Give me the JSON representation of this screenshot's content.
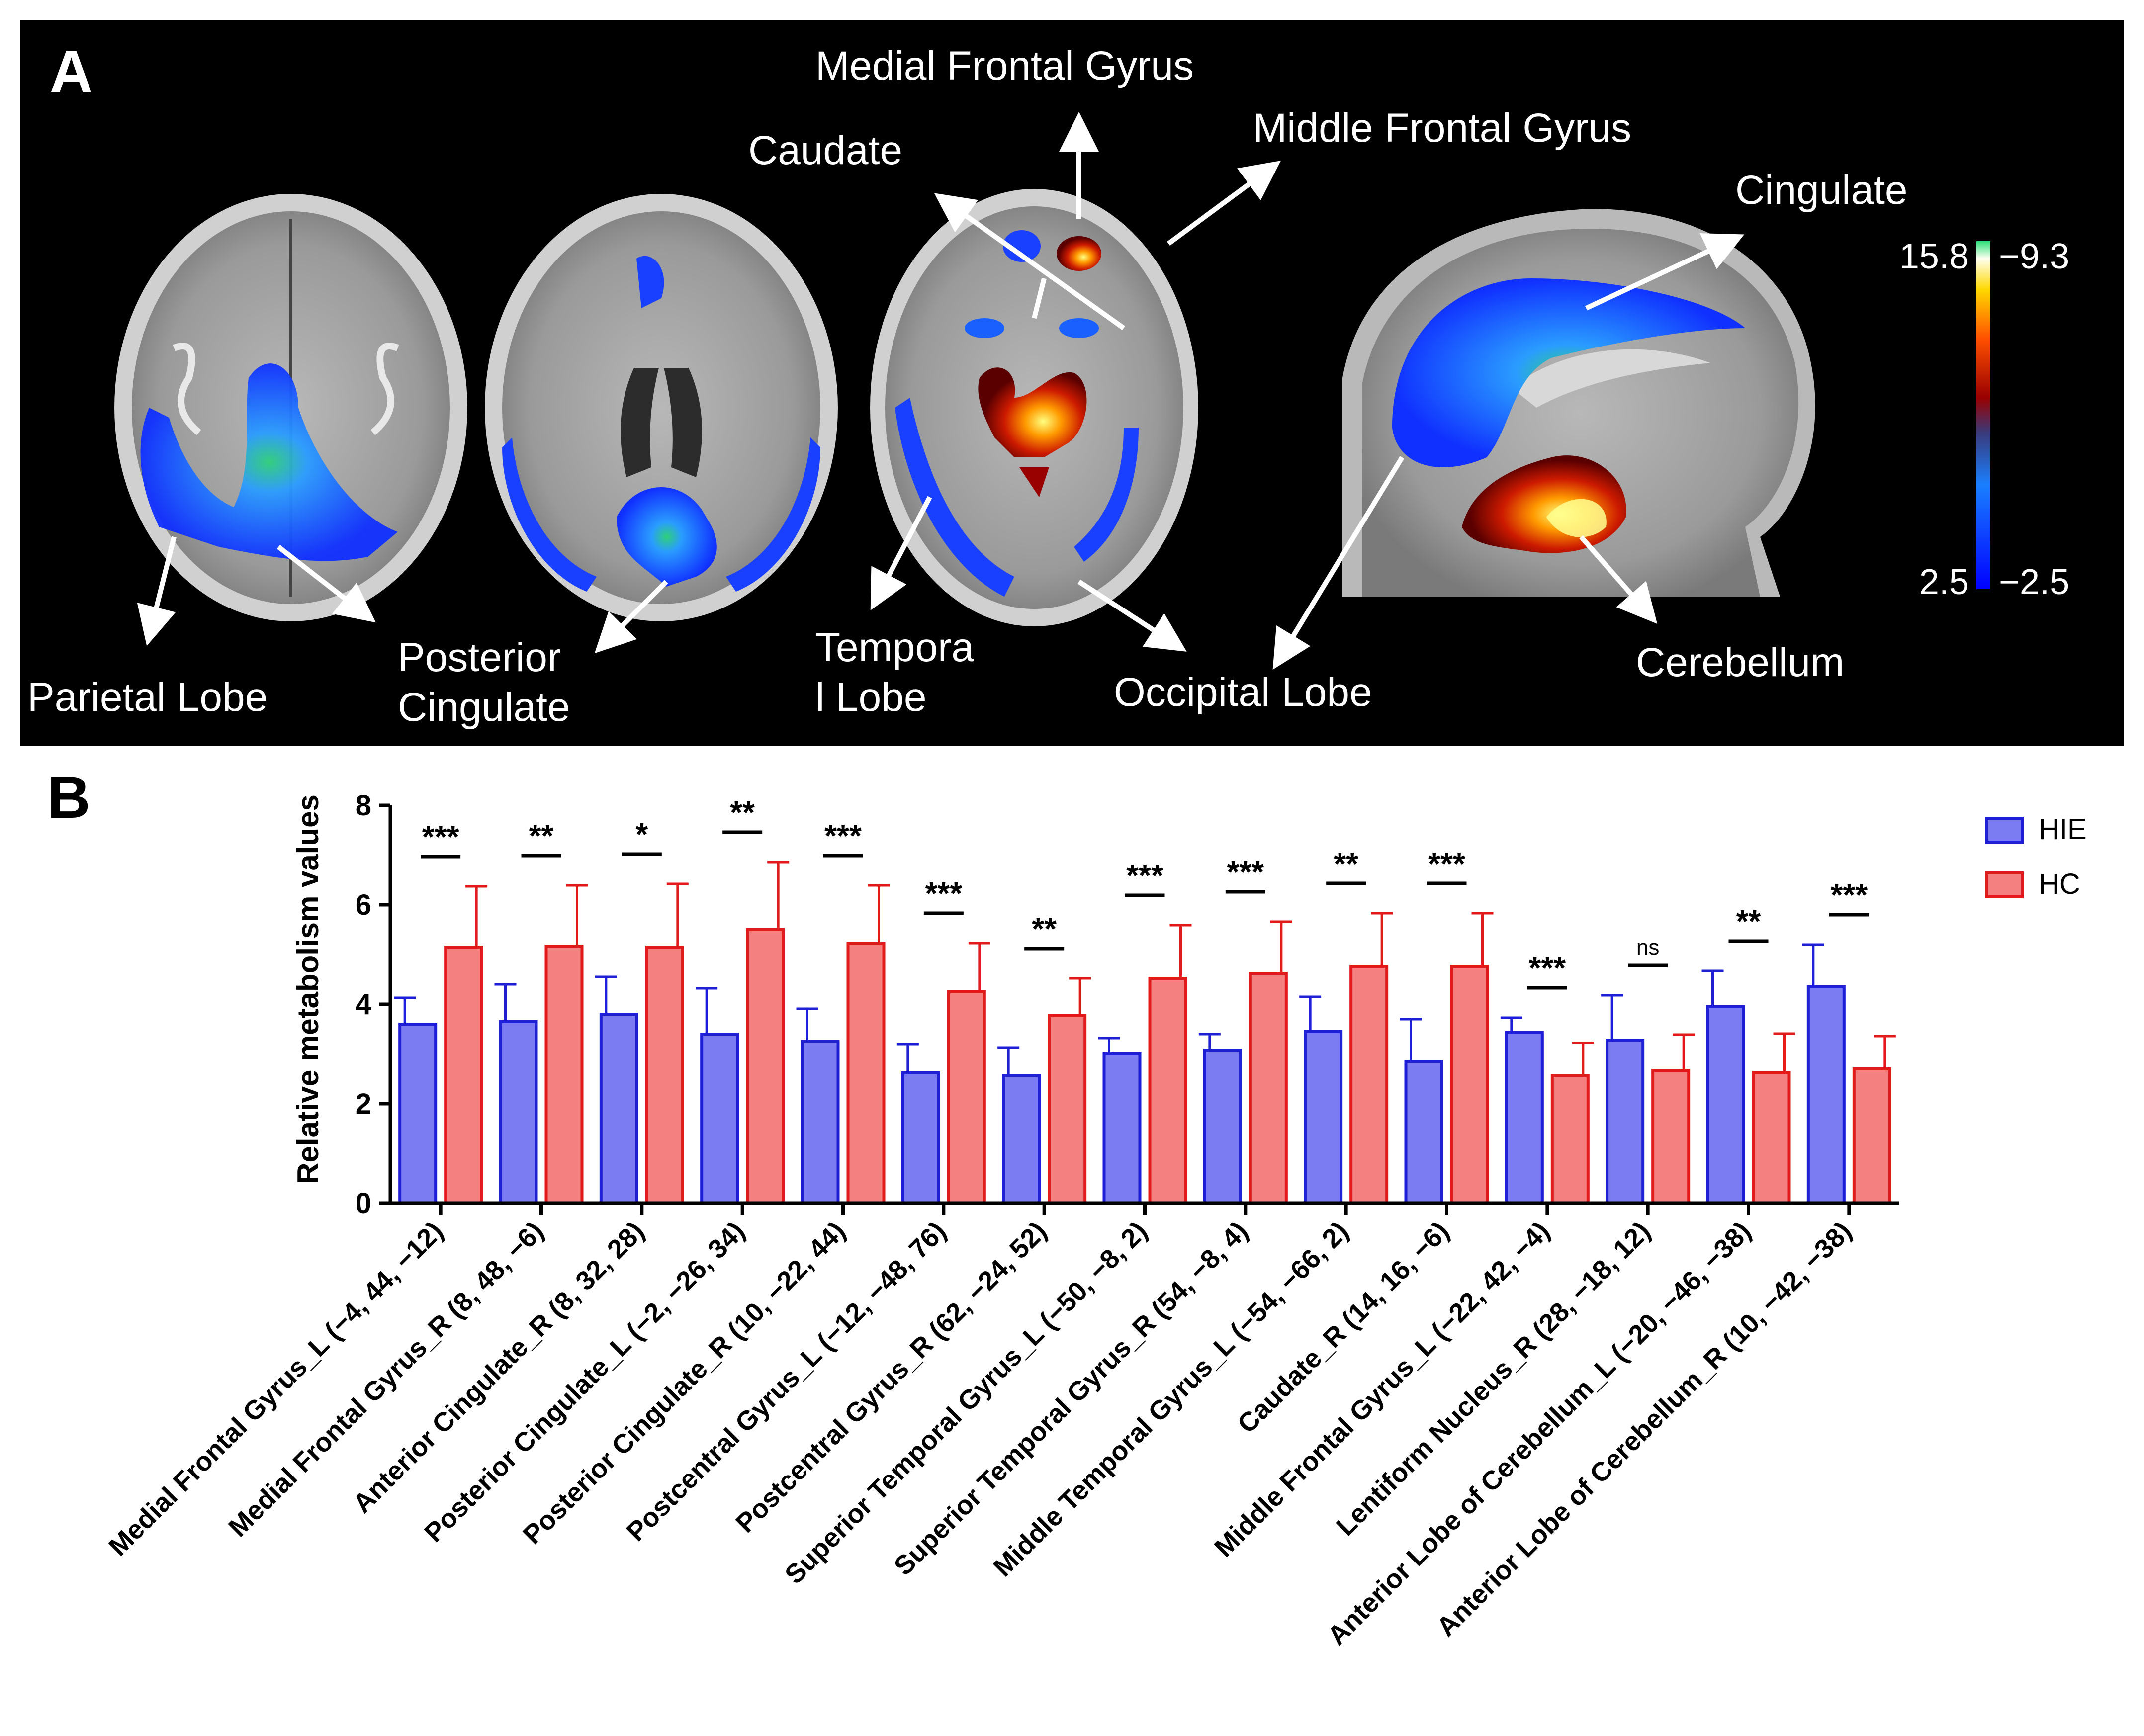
{
  "panel_a": {
    "label": "A",
    "annotations": {
      "medial_frontal": "Medial Frontal Gyrus",
      "middle_frontal": "Middle Frontal Gyrus",
      "caudate": "Caudate",
      "cingulate": "Cingulate",
      "parietal": "Parietal Lobe",
      "posterior_cingulate_1": "Posterior",
      "posterior_cingulate_2": "Cingulate",
      "temporal_1": "Tempora",
      "temporal_2": "l Lobe",
      "occipital": "Occipital Lobe",
      "cerebellum": "Cerebellum"
    },
    "colorbar": {
      "pos_max": "15.8",
      "pos_min": "2.5",
      "neg_max": "−9.3",
      "neg_min": "−2.5"
    }
  },
  "panel_b": {
    "label": "B"
  },
  "chart_data": {
    "type": "bar",
    "ylabel": "Relative metabolism values",
    "ylim": [
      0,
      8
    ],
    "yticks": [
      "0",
      "2",
      "4",
      "6",
      "8"
    ],
    "legend_position": "top-right",
    "categories": [
      "Medial Frontal Gyrus_L (−4, 44, −12)",
      "Medial Frontal Gyrus_R (8, 48, −6)",
      "Anterior Cingulate_R (8, 32, 28)",
      "Posterior Cingulate_L (−2, −26, 34)",
      "Posterior Cingulate_R (10, −22, 44)",
      "Postcentral Gyrus_L (−12, −48, 76)",
      "Postcentral Gyrus_R (62, −24, 52)",
      "Superior Temporal Gyrus_L (−50, −8, 2)",
      "Superior Temporal Gyrus_R (54, −8, 4)",
      "Middle Temporal Gyrus_L (−54, −66, 2)",
      "Caudate_R (14, 16, −6)",
      "Middle Frontal Gyrus_L (−22, 42, −4)",
      "Lentiform Nucleus_R (28, −18, 12)",
      "Anterior Lobe of Cerebellum_L (−20, −46, −38)",
      "Anterior Lobe of Cerebellum_R (10, −42, −38)"
    ],
    "series": [
      {
        "name": "HIE",
        "color": "#7b7bf2",
        "edge": "#1f1fd6",
        "values": [
          3.6,
          3.65,
          3.8,
          3.4,
          3.25,
          2.62,
          2.57,
          3.0,
          3.07,
          3.45,
          2.85,
          3.43,
          3.28,
          3.95,
          4.35
        ],
        "errors": [
          0.53,
          0.75,
          0.75,
          0.92,
          0.66,
          0.57,
          0.55,
          0.32,
          0.33,
          0.7,
          0.85,
          0.3,
          0.9,
          0.72,
          0.85
        ]
      },
      {
        "name": "HC",
        "color": "#f48080",
        "edge": "#e11b1b",
        "values": [
          5.15,
          5.17,
          5.15,
          5.5,
          5.22,
          4.25,
          3.77,
          4.52,
          4.62,
          4.76,
          4.76,
          2.57,
          2.67,
          2.63,
          2.7
        ],
        "errors": [
          1.22,
          1.22,
          1.27,
          1.36,
          1.17,
          0.98,
          0.75,
          1.07,
          1.04,
          1.07,
          1.07,
          0.65,
          0.72,
          0.78,
          0.66
        ]
      }
    ],
    "significance": [
      "***",
      "**",
      "*",
      "**",
      "***",
      "***",
      "**",
      "***",
      "***",
      "**",
      "***",
      "***",
      "ns",
      "**",
      "***"
    ]
  }
}
